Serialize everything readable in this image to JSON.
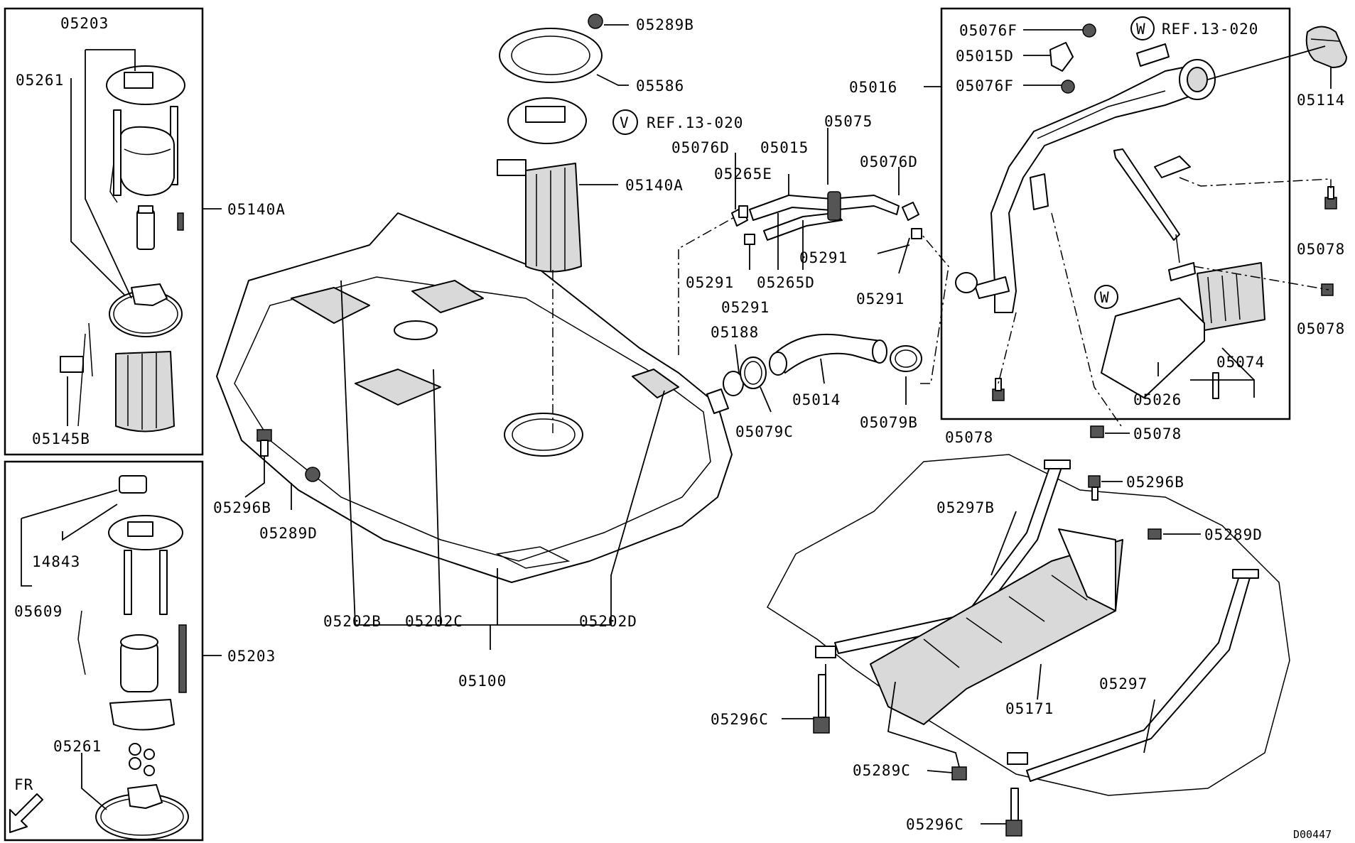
{
  "diagram_id": "D00447",
  "orientation_label": "FR",
  "ref_markers": {
    "V": "V",
    "V_ref": "REF.13-020",
    "W": "W",
    "W_ref": "REF.13-020",
    "W2": "W"
  },
  "labels": {
    "top_left_05203": "05203",
    "top_left_05261": "05261",
    "top_left_05140A": "05140A",
    "top_left_05145B": "05145B",
    "bot_left_14843": "14843",
    "bot_left_05609": "05609",
    "bot_left_05203": "05203",
    "bot_left_05261": "05261",
    "c_05289B": "05289B",
    "c_05586": "05586",
    "c_05140A": "05140A",
    "c_05296B": "05296B",
    "c_05289D": "05289D",
    "c_05202B": "05202B",
    "c_05202C": "05202C",
    "c_05202D": "05202D",
    "c_05100": "05100",
    "m_05075": "05075",
    "m_05076D_a": "05076D",
    "m_05015": "05015",
    "m_05265E": "05265E",
    "m_05076D_b": "05076D",
    "m_05291_a": "05291",
    "m_05265D": "05265D",
    "m_05291_b": "05291",
    "m_05291_c": "05291",
    "m_05291_d": "05291",
    "m_05188": "05188",
    "m_05014": "05014",
    "m_05079C": "05079C",
    "m_05079B": "05079B",
    "r_05076F_a": "05076F",
    "r_05015D": "05015D",
    "r_05076F_b": "05076F",
    "r_05016": "05016",
    "r_05114": "05114",
    "r_05078_a": "05078",
    "r_05078_b": "05078",
    "r_05074": "05074",
    "r_05026": "05026",
    "r_05078_c": "05078",
    "r_05078_d": "05078",
    "b_05296B": "05296B",
    "b_05297B": "05297B",
    "b_05289D": "05289D",
    "b_05297": "05297",
    "b_05171": "05171",
    "b_05296C_a": "05296C",
    "b_05289C": "05289C",
    "b_05296C_b": "05296C"
  }
}
